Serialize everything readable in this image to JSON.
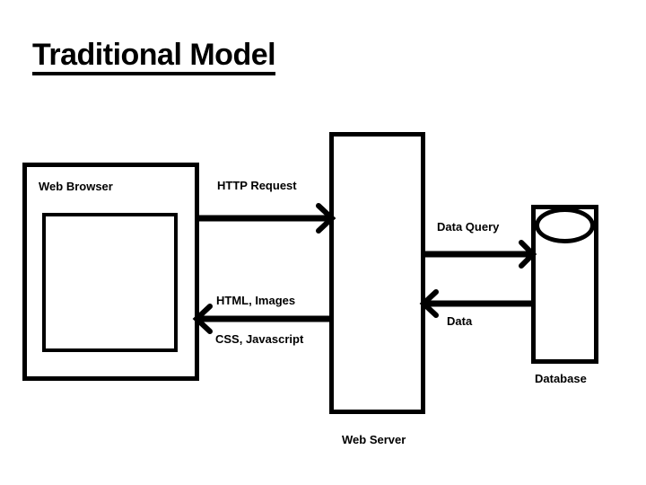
{
  "slide": {
    "title": "Traditional Model",
    "background_color": "#ffffff",
    "stroke_color": "#000000"
  },
  "nodes": [
    {
      "id": "web-browser",
      "label": "Web Browser",
      "shape": "rectangle-with-inner-rectangle"
    },
    {
      "id": "web-server",
      "label": "Web Server",
      "shape": "rectangle"
    },
    {
      "id": "database",
      "label": "Database",
      "shape": "cylinder"
    }
  ],
  "shapes": {
    "browser_label": "Web Browser",
    "server_label": "Web Server",
    "database_label": "Database"
  },
  "arrows": [
    {
      "id": "http-request",
      "label": "HTTP Request",
      "from": "web-browser",
      "to": "web-server",
      "direction": "right"
    },
    {
      "id": "response-html",
      "label": "HTML, Images",
      "from": "web-server",
      "to": "web-browser",
      "direction": "left"
    },
    {
      "id": "response-css",
      "label": "CSS, Javascript",
      "from": "web-server",
      "to": "web-browser",
      "direction": "left"
    },
    {
      "id": "data-query",
      "label": "Data Query",
      "from": "web-server",
      "to": "database",
      "direction": "right"
    },
    {
      "id": "data-return",
      "label": "Data",
      "from": "database",
      "to": "web-server",
      "direction": "left"
    }
  ],
  "labels": {
    "http_request": "HTTP Request",
    "html_images": "HTML, Images",
    "css_javascript": "CSS, Javascript",
    "data_query": "Data Query",
    "data": "Data"
  }
}
